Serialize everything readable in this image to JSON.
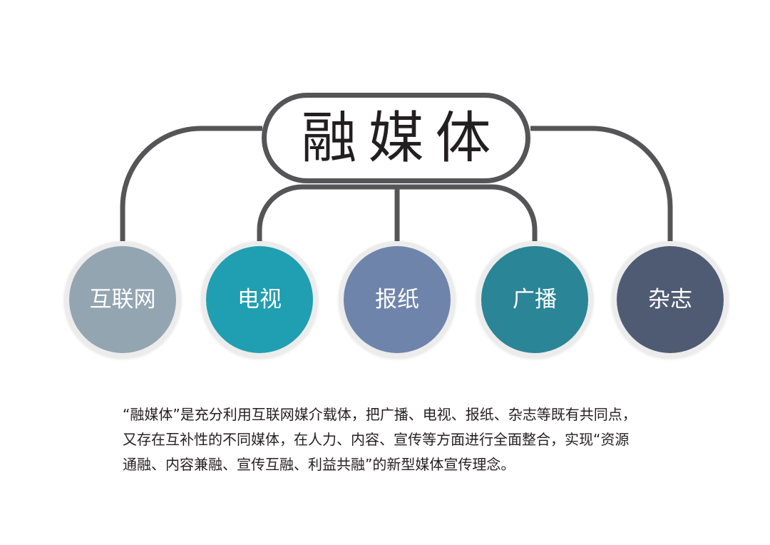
{
  "title": "融媒体",
  "colors": {
    "connector": "#555557",
    "pill_border": "#555557",
    "node_ring": "#ececec"
  },
  "nodes": [
    {
      "label": "互联网",
      "color": "#93a5b1"
    },
    {
      "label": "电视",
      "color": "#1f9fb1"
    },
    {
      "label": "报纸",
      "color": "#6e84aa"
    },
    {
      "label": "广播",
      "color": "#2a8596"
    },
    {
      "label": "杂志",
      "color": "#4f5b73"
    }
  ],
  "description": {
    "lines": [
      "“融媒体”是充分利用互联网媒介载体，把广播、电视、报纸、杂志等既有共同点，",
      "又存在互补性的不同媒体，在人力、内容、宣传等方面进行全面整合，实现“资源",
      "通融、内容兼融、宣传互融、利益共融”的新型媒体宣传理念。"
    ]
  }
}
